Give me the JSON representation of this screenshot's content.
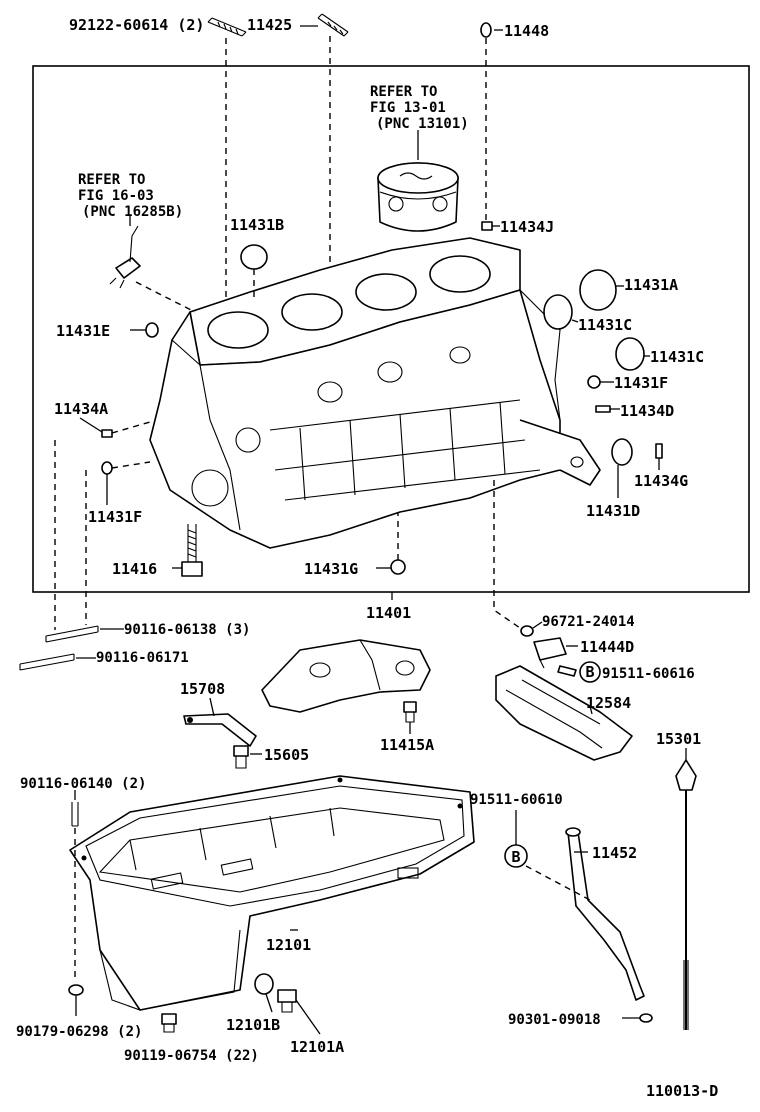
{
  "diagram_id": "110013-D",
  "references": [
    {
      "key": "fig13",
      "lines": [
        "REFER TO",
        "FIG 13-01",
        "(PNC 13101)"
      ]
    },
    {
      "key": "fig16",
      "lines": [
        "REFER TO",
        "FIG 16-03",
        "(PNC 16285B)"
      ]
    }
  ],
  "labels": {
    "p92122": "92122-60614 (2)",
    "p11425": "11425",
    "p11448": "11448",
    "p11431B": "11431B",
    "p11434J": "11434J",
    "p11431A": "11431A",
    "p11431E": "11431E",
    "p11431C1": "11431C",
    "p11431C2": "11431C",
    "p11431F1": "11431F",
    "p11434A": "11434A",
    "p11434D": "11434D",
    "p11434G": "11434G",
    "p11431F2": "11431F",
    "p11431D": "11431D",
    "p11416": "11416",
    "p11431G": "11431G",
    "p11401": "11401",
    "p90116_06138": "90116-06138 (3)",
    "p96721": "96721-24014",
    "p90116_06171": "90116-06171",
    "p11444D": "11444D",
    "p91511_60616": "91511-60616",
    "p15708": "15708",
    "p12584": "12584",
    "p15605": "15605",
    "p11415A": "11415A",
    "p15301": "15301",
    "p90116_06140": "90116-06140 (2)",
    "p91511_60610": "91511-60610",
    "p11452": "11452",
    "p12101": "12101",
    "p90179": "90179-06298 (2)",
    "p12101B": "12101B",
    "p12101A": "12101A",
    "p90301": "90301-09018",
    "p90119": "90119-06754 (22)",
    "circleB1": "B",
    "circleB2": "B"
  }
}
